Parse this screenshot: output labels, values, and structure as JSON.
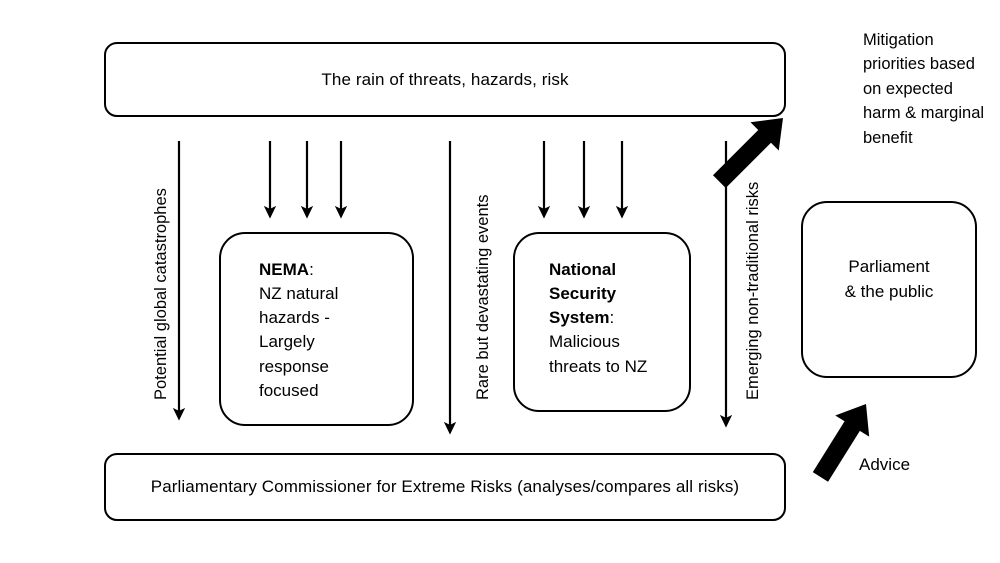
{
  "diagram": {
    "title_box": {
      "label": "The rain of threats, hazards, risk"
    },
    "bottom_box": {
      "label": "Parliamentary Commissioner for Extreme Risks (analyses/compares all risks)"
    },
    "agency_boxes": [
      {
        "name": "nema",
        "heading": "NEMA",
        "heading_suffix": ":",
        "body": "NZ natural hazards - Largely response focused"
      },
      {
        "name": "national-security-system",
        "heading": "National Security System",
        "heading_suffix": ":",
        "body": "Malicious threats to NZ"
      }
    ],
    "parliament_box": {
      "label": "Parliament\n& the public"
    },
    "side_notes": {
      "mitigation": "Mitigation priorities based on expected harm & marginal benefit",
      "advice": "Advice"
    },
    "stream_labels": [
      {
        "name": "potential-global-catastrophes",
        "label": "Potential global catastrophes"
      },
      {
        "name": "rare-but-devastating-events",
        "label": "Rare but devastating events"
      },
      {
        "name": "emerging-non-traditional-risks",
        "label": "Emerging non-traditional risks"
      }
    ],
    "colors": {
      "stroke": "#000000",
      "background": "#ffffff",
      "text": "#000000"
    }
  }
}
